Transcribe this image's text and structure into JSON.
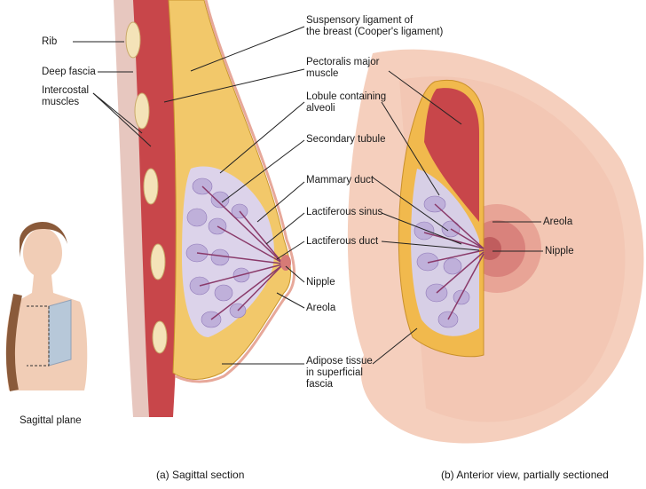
{
  "labels": {
    "rib": "Rib",
    "deep_fascia": "Deep fascia",
    "intercostal": "Intercostal\nmuscles",
    "suspensory": "Suspensory ligament of\nthe breast (Cooper's ligament)",
    "pectoralis": "Pectoralis major\nmuscle",
    "lobule": "Lobule containing\nalveoli",
    "secondary_tubule": "Secondary tubule",
    "mammary_duct": "Mammary duct",
    "lactiferous_sinus": "Lactiferous sinus",
    "lactiferous_duct": "Lactiferous duct",
    "nipple_a": "Nipple",
    "areola_a": "Areola",
    "adipose": "Adipose tissue\nin superficial\nfascia",
    "areola_b": "Areola",
    "nipple_b": "Nipple",
    "sagittal_plane": "Sagittal plane"
  },
  "captions": {
    "a": "(a) Sagittal section",
    "b": "(b) Anterior view, partially sectioned"
  },
  "colors": {
    "muscle": "#c8464a",
    "fat": "#f2c86a",
    "lobule": "#c8b8dc",
    "duct": "#8a3a6a",
    "skin": "#f3c9b6",
    "areola": "#d77a76",
    "leader": "#222222"
  }
}
